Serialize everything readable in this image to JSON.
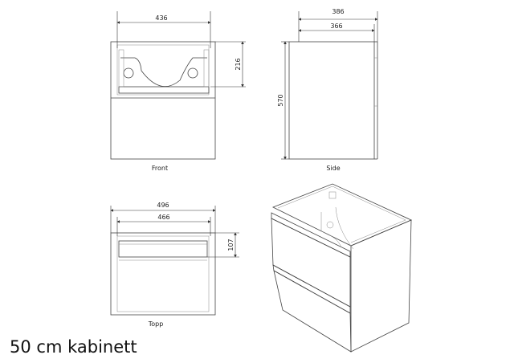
{
  "title": "50 cm kabinett",
  "views": {
    "front": {
      "label": "Front",
      "width_dim": "436",
      "height_dim": "216"
    },
    "side": {
      "label": "Side",
      "outer_depth_dim": "386",
      "inner_depth_dim": "366",
      "height_dim": "570"
    },
    "top": {
      "label": "Topp",
      "outer_width_dim": "496",
      "inner_width_dim": "466",
      "depth_dim": "107"
    }
  }
}
